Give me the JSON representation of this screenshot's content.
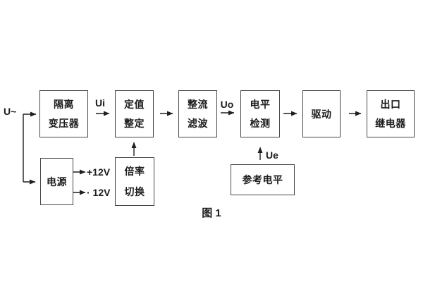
{
  "figure": {
    "caption": "图 1"
  },
  "colors": {
    "background": "#ffffff",
    "box_border": "#454545",
    "line": "#1f1f1f",
    "text": "#1c1c1c"
  },
  "blocks": [
    {
      "name": "isolation-transformer",
      "lines": [
        "隔离",
        "变压器"
      ]
    },
    {
      "name": "setting-adjust",
      "lines": [
        "定值",
        "整定"
      ]
    },
    {
      "name": "rectifier-filter",
      "lines": [
        "整流",
        "滤波"
      ]
    },
    {
      "name": "level-detection",
      "lines": [
        "电平",
        "检测"
      ]
    },
    {
      "name": "drive",
      "lines": [
        "驱动"
      ]
    },
    {
      "name": "output-relay",
      "lines": [
        "出口",
        "继电器"
      ]
    },
    {
      "name": "power-supply",
      "lines": [
        "电源"
      ]
    },
    {
      "name": "ratio-switch",
      "lines": [
        "倍率",
        "切换"
      ]
    },
    {
      "name": "reference-level",
      "lines": [
        "参考电平"
      ]
    }
  ],
  "flow_labels": {
    "input": "U~",
    "ui": "Ui",
    "uo": "Uo",
    "ue": "Ue",
    "plus_rail": "+12V",
    "minus_rail": "· 12V"
  }
}
